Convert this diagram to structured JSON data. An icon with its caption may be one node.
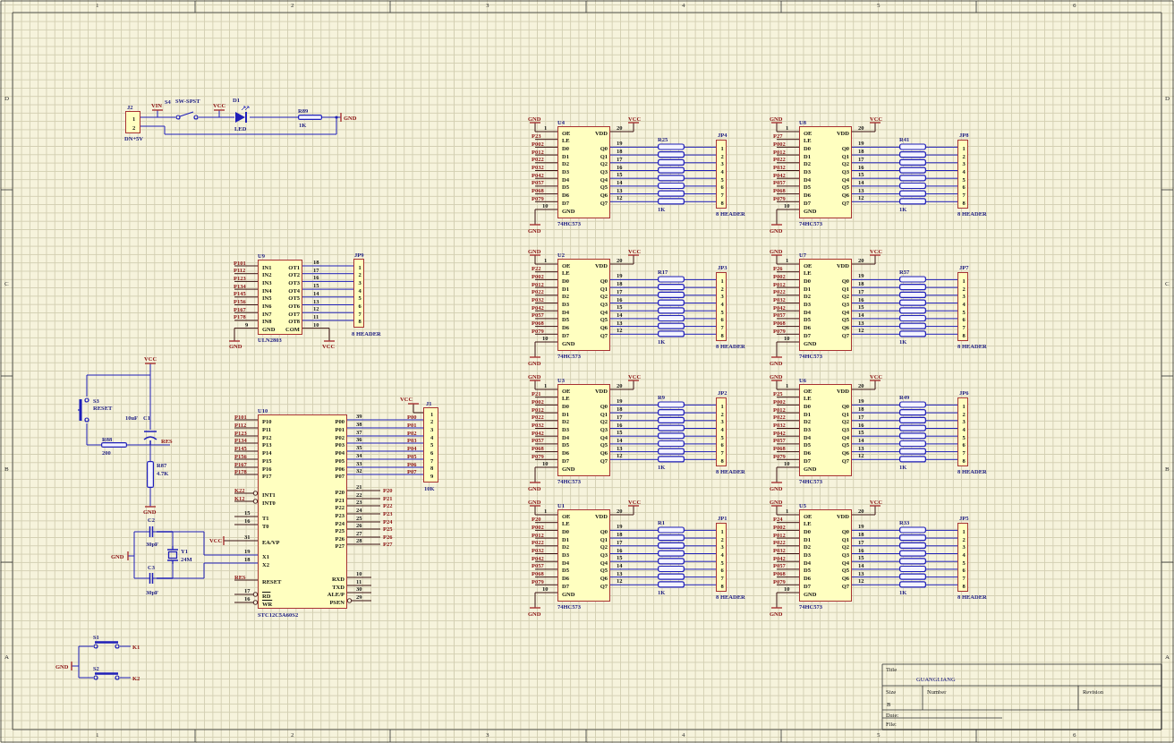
{
  "diagram": {
    "nodes": [
      {
        "text": [
          "1",
          "2"
        ],
        "beside": [
          "J2",
          "DN+5V"
        ]
      },
      {
        "text": [],
        "shape": "switch",
        "beside": [
          "S4",
          "SW-SPST"
        ]
      },
      {
        "text": [],
        "shape": "diode",
        "beside": [
          "D1",
          "LED"
        ]
      },
      {
        "text": [],
        "shape": "box",
        "beside": [
          "R89",
          "1K"
        ]
      },
      {
        "text": [
          "IN1",
          "IN2",
          "IN3",
          "IN4",
          "IN5",
          "IN6",
          "IN7",
          "IN8",
          "GND",
          "OT1",
          "OT2",
          "OT3",
          "OT4",
          "OT5",
          "OT6",
          "OT7",
          "OT8",
          "COM"
        ],
        "beside": [
          "U9",
          "ULN2803",
          "P101",
          "P112",
          "P123",
          "P134",
          "P145",
          "P156",
          "P167",
          "P178",
          "9",
          "GND",
          "18",
          "17",
          "16",
          "15",
          "14",
          "13",
          "12",
          "11",
          "10",
          "VCC"
        ]
      },
      {
        "text": [
          "1",
          "2",
          "3",
          "4",
          "5",
          "6",
          "7",
          "8"
        ],
        "beside": [
          "JP9",
          "8 HEADER"
        ]
      },
      {
        "text": [],
        "shape": "switch",
        "beside": [
          "S3",
          "RESET"
        ]
      },
      {
        "text": [],
        "shape": "capacitor",
        "beside": [
          "10uF",
          "C1"
        ]
      },
      {
        "text": [],
        "shape": "box",
        "beside": [
          "R88",
          "200"
        ]
      },
      {
        "text": [],
        "shape": "box",
        "beside": [
          "R87",
          "4.7K"
        ]
      },
      {
        "text": [],
        "shape": "capacitor",
        "beside": [
          "C2",
          "30pF"
        ]
      },
      {
        "text": [],
        "shape": "crystal",
        "beside": [
          "Y1",
          "24M"
        ]
      },
      {
        "text": [],
        "shape": "capacitor",
        "beside": [
          "C3",
          "30pF"
        ]
      },
      {
        "text": [
          "P10",
          "P11",
          "P12",
          "P13",
          "P14",
          "P15",
          "P16",
          "P17",
          "INT1",
          "INT0",
          "T1",
          "T0",
          "EA/VP",
          "X1",
          "X2",
          "RESET",
          "RD",
          "WR",
          "P00",
          "P01",
          "P02",
          "P03",
          "P04",
          "P05",
          "P06",
          "P07",
          "P20",
          "P21",
          "P22",
          "P23",
          "P24",
          "P25",
          "P26",
          "P27",
          "RXD",
          "TXD",
          "ALE/P",
          "PSEN"
        ],
        "beside": [
          "U10",
          "STC12C5A60S2",
          "P101",
          "P112",
          "P123",
          "P134",
          "P145",
          "P156",
          "P167",
          "P178",
          "K22",
          "K12",
          "15",
          "16",
          "31",
          "19",
          "18",
          "RES",
          "17",
          "16",
          "39",
          "38",
          "37",
          "36",
          "35",
          "34",
          "33",
          "32",
          "P00",
          "P01",
          "P02",
          "P03",
          "P04",
          "P05",
          "P06",
          "P07",
          "21",
          "22",
          "23",
          "24",
          "25",
          "26",
          "27",
          "28",
          "P20",
          "P21",
          "P22",
          "P23",
          "P24",
          "P25",
          "P26",
          "P27",
          "10",
          "11",
          "30",
          "29"
        ]
      },
      {
        "text": [
          "1",
          "2",
          "3",
          "4",
          "5",
          "6",
          "7",
          "8",
          "9"
        ],
        "beside": [
          "J1",
          "10K",
          "VCC"
        ]
      },
      {
        "text": [],
        "shape": "switch",
        "beside": [
          "S1"
        ]
      },
      {
        "text": [],
        "shape": "switch",
        "beside": [
          "S2"
        ]
      },
      {
        "text": [
          "OE",
          "LE",
          "D0",
          "D1",
          "D2",
          "D3",
          "D4",
          "D5",
          "D6",
          "D7",
          "GND",
          "VDD",
          "Q0",
          "Q1",
          "Q2",
          "Q3",
          "Q4",
          "Q5",
          "Q6",
          "Q7"
        ],
        "beside": [
          "U4",
          "74HC573",
          "GND",
          "1",
          "P23",
          "P002",
          "P012",
          "P022",
          "P032",
          "P042",
          "P057",
          "P068",
          "P079",
          "10",
          "GND",
          "VCC",
          "20",
          "19",
          "18",
          "17",
          "16",
          "15",
          "14",
          "13",
          "12"
        ]
      },
      {
        "text": [],
        "shape": "box",
        "beside": [
          "R25",
          "1K"
        ]
      },
      {
        "text": [
          "1",
          "2",
          "3",
          "4",
          "5",
          "6",
          "7",
          "8"
        ],
        "beside": [
          "JP4",
          "8 HEADER"
        ]
      },
      {
        "text": [
          "OE",
          "LE",
          "D0",
          "D1",
          "D2",
          "D3",
          "D4",
          "D5",
          "D6",
          "D7",
          "GND",
          "VDD",
          "Q0",
          "Q1",
          "Q2",
          "Q3",
          "Q4",
          "Q5",
          "Q6",
          "Q7"
        ],
        "beside": [
          "U8",
          "74HC573",
          "GND",
          "1",
          "P27",
          "P002",
          "P012",
          "P022",
          "P032",
          "P042",
          "P057",
          "P068",
          "P079",
          "10",
          "GND",
          "VCC",
          "20",
          "19",
          "18",
          "17",
          "16",
          "15",
          "14",
          "13",
          "12"
        ]
      },
      {
        "text": [],
        "shape": "box",
        "beside": [
          "R41",
          "1K"
        ]
      },
      {
        "text": [
          "1",
          "2",
          "3",
          "4",
          "5",
          "6",
          "7",
          "8"
        ],
        "beside": [
          "JP8",
          "8 HEADER"
        ]
      },
      {
        "text": [
          "OE",
          "LE",
          "D0",
          "D1",
          "D2",
          "D3",
          "D4",
          "D5",
          "D6",
          "D7",
          "GND",
          "VDD",
          "Q0",
          "Q1",
          "Q2",
          "Q3",
          "Q4",
          "Q5",
          "Q6",
          "Q7"
        ],
        "beside": [
          "U2",
          "74HC573",
          "GND",
          "1",
          "P22",
          "P002",
          "P012",
          "P022",
          "P032",
          "P042",
          "P057",
          "P068",
          "P079",
          "10",
          "GND",
          "VCC",
          "20",
          "19",
          "18",
          "17",
          "16",
          "15",
          "14",
          "13",
          "12"
        ]
      },
      {
        "text": [],
        "shape": "box",
        "beside": [
          "R17",
          "1K"
        ]
      },
      {
        "text": [
          "1",
          "2",
          "3",
          "4",
          "5",
          "6",
          "7",
          "8"
        ],
        "beside": [
          "JP3",
          "8 HEADER"
        ]
      },
      {
        "text": [
          "OE",
          "LE",
          "D0",
          "D1",
          "D2",
          "D3",
          "D4",
          "D5",
          "D6",
          "D7",
          "GND",
          "VDD",
          "Q0",
          "Q1",
          "Q2",
          "Q3",
          "Q4",
          "Q5",
          "Q6",
          "Q7"
        ],
        "beside": [
          "U7",
          "74HC573",
          "GND",
          "1",
          "P26",
          "P002",
          "P012",
          "P022",
          "P032",
          "P042",
          "P057",
          "P068",
          "P079",
          "10",
          "GND",
          "VCC",
          "20",
          "19",
          "18",
          "17",
          "16",
          "15",
          "14",
          "13",
          "12"
        ]
      },
      {
        "text": [],
        "shape": "box",
        "beside": [
          "R57",
          "1K"
        ]
      },
      {
        "text": [
          "1",
          "2",
          "3",
          "4",
          "5",
          "6",
          "7",
          "8"
        ],
        "beside": [
          "JP7",
          "8 HEADER"
        ]
      },
      {
        "text": [
          "OE",
          "LE",
          "D0",
          "D1",
          "D2",
          "D3",
          "D4",
          "D5",
          "D6",
          "D7",
          "GND",
          "VDD",
          "Q0",
          "Q1",
          "Q2",
          "Q3",
          "Q4",
          "Q5",
          "Q6",
          "Q7"
        ],
        "beside": [
          "U3",
          "74HC573",
          "GND",
          "1",
          "P21",
          "P002",
          "P012",
          "P022",
          "P032",
          "P042",
          "P057",
          "P068",
          "P079",
          "10",
          "GND",
          "VCC",
          "20",
          "19",
          "18",
          "17",
          "16",
          "15",
          "14",
          "13",
          "12"
        ]
      },
      {
        "text": [],
        "shape": "box",
        "beside": [
          "R9",
          "1K"
        ]
      },
      {
        "text": [
          "1",
          "2",
          "3",
          "4",
          "5",
          "6",
          "7",
          "8"
        ],
        "beside": [
          "JP2",
          "8 HEADER"
        ]
      },
      {
        "text": [
          "OE",
          "LE",
          "D0",
          "D1",
          "D2",
          "D3",
          "D4",
          "D5",
          "D6",
          "D7",
          "GND",
          "VDD",
          "Q0",
          "Q1",
          "Q2",
          "Q3",
          "Q4",
          "Q5",
          "Q6",
          "Q7"
        ],
        "beside": [
          "U6",
          "74HC573",
          "GND",
          "1",
          "P25",
          "P002",
          "P012",
          "P022",
          "P032",
          "P042",
          "P057",
          "P068",
          "P079",
          "10",
          "GND",
          "VCC",
          "20",
          "19",
          "18",
          "17",
          "16",
          "15",
          "14",
          "13",
          "12"
        ]
      },
      {
        "text": [],
        "shape": "box",
        "beside": [
          "R49",
          "1K"
        ]
      },
      {
        "text": [
          "1",
          "2",
          "3",
          "4",
          "5",
          "6",
          "7",
          "8"
        ],
        "beside": [
          "JP6",
          "8 HEADER"
        ]
      },
      {
        "text": [
          "OE",
          "LE",
          "D0",
          "D1",
          "D2",
          "D3",
          "D4",
          "D5",
          "D6",
          "D7",
          "GND",
          "VDD",
          "Q0",
          "Q1",
          "Q2",
          "Q3",
          "Q4",
          "Q5",
          "Q6",
          "Q7"
        ],
        "beside": [
          "U1",
          "74HC573",
          "GND",
          "1",
          "P20",
          "P002",
          "P012",
          "P022",
          "P032",
          "P042",
          "P057",
          "P068",
          "P079",
          "10",
          "GND",
          "VCC",
          "20",
          "19",
          "18",
          "17",
          "16",
          "15",
          "14",
          "13",
          "12"
        ]
      },
      {
        "text": [],
        "shape": "box",
        "beside": [
          "R1",
          "1K"
        ]
      },
      {
        "text": [
          "1",
          "2",
          "3",
          "4",
          "5",
          "6",
          "7",
          "8"
        ],
        "beside": [
          "JP1",
          "8 HEADER"
        ]
      },
      {
        "text": [
          "OE",
          "LE",
          "D0",
          "D1",
          "D2",
          "D3",
          "D4",
          "D5",
          "D6",
          "D7",
          "GND",
          "VDD",
          "Q0",
          "Q1",
          "Q2",
          "Q3",
          "Q4",
          "Q5",
          "Q6",
          "Q7"
        ],
        "beside": [
          "U5",
          "74HC573",
          "GND",
          "1",
          "P24",
          "P002",
          "P012",
          "P022",
          "P032",
          "P042",
          "P057",
          "P068",
          "P079",
          "10",
          "GND",
          "VCC",
          "20",
          "19",
          "18",
          "17",
          "16",
          "15",
          "14",
          "13",
          "12"
        ]
      },
      {
        "text": [],
        "shape": "box",
        "beside": [
          "R33",
          "1K"
        ]
      },
      {
        "text": [
          "1",
          "2",
          "3",
          "4",
          "5",
          "6",
          "7",
          "8"
        ],
        "beside": [
          "JP5",
          "8 HEADER"
        ]
      }
    ],
    "edges": [
      {
        "from": 0,
        "to": 1,
        "arrow": "none"
      },
      {
        "from": 1,
        "to": 2,
        "arrow": "none"
      },
      {
        "from": 2,
        "to": 3,
        "arrow": "none"
      },
      {
        "from": 3,
        "to": 0,
        "arrow": "none"
      },
      {
        "from": 4,
        "to": 5,
        "arrow": "none"
      },
      {
        "from": 6,
        "to": 7,
        "arrow": "none"
      },
      {
        "from": 6,
        "to": 8,
        "arrow": "none"
      },
      {
        "from": 8,
        "to": 7,
        "arrow": "none"
      },
      {
        "from": 7,
        "to": 9,
        "arrow": "none"
      },
      {
        "from": 10,
        "to": 13,
        "arrow": "none"
      },
      {
        "from": 12,
        "to": 13,
        "arrow": "none"
      },
      {
        "from": 11,
        "to": 10,
        "arrow": "none"
      },
      {
        "from": 11,
        "to": 12,
        "arrow": "none"
      },
      {
        "from": 13,
        "to": 14,
        "arrow": "none"
      },
      {
        "from": 17,
        "to": 18,
        "arrow": "none"
      },
      {
        "from": 18,
        "to": 19,
        "arrow": "none"
      },
      {
        "from": 20,
        "to": 21,
        "arrow": "none"
      },
      {
        "from": 21,
        "to": 22,
        "arrow": "none"
      },
      {
        "from": 23,
        "to": 24,
        "arrow": "none"
      },
      {
        "from": 24,
        "to": 25,
        "arrow": "none"
      },
      {
        "from": 26,
        "to": 27,
        "arrow": "none"
      },
      {
        "from": 27,
        "to": 28,
        "arrow": "none"
      },
      {
        "from": 29,
        "to": 30,
        "arrow": "none"
      },
      {
        "from": 30,
        "to": 31,
        "arrow": "none"
      },
      {
        "from": 32,
        "to": 33,
        "arrow": "none"
      },
      {
        "from": 33,
        "to": 34,
        "arrow": "none"
      },
      {
        "from": 35,
        "to": 36,
        "arrow": "none"
      },
      {
        "from": 36,
        "to": 37,
        "arrow": "none"
      },
      {
        "from": 38,
        "to": 39,
        "arrow": "none"
      },
      {
        "from": 39,
        "to": 40,
        "arrow": "none"
      },
      {
        "from": 10,
        "to": 12,
        "arrow": "none"
      },
      {
        "from": 15,
        "to": 16,
        "arrow": "none"
      }
    ],
    "labels": [
      "1",
      "2",
      "3",
      "4",
      "5",
      "6",
      "1",
      "2",
      "3",
      "4",
      "5",
      "6",
      "D",
      "C",
      "B",
      "A",
      "D",
      "C",
      "B",
      "A",
      "VIN",
      "VCC",
      "GND",
      "VCC",
      "RES",
      "GND",
      "GND",
      "K1",
      "K2",
      "GND",
      "VCC",
      "Title",
      "GUANGLIANG",
      "Size",
      "Number",
      "Revision",
      "B",
      "Date:",
      "File:"
    ]
  }
}
